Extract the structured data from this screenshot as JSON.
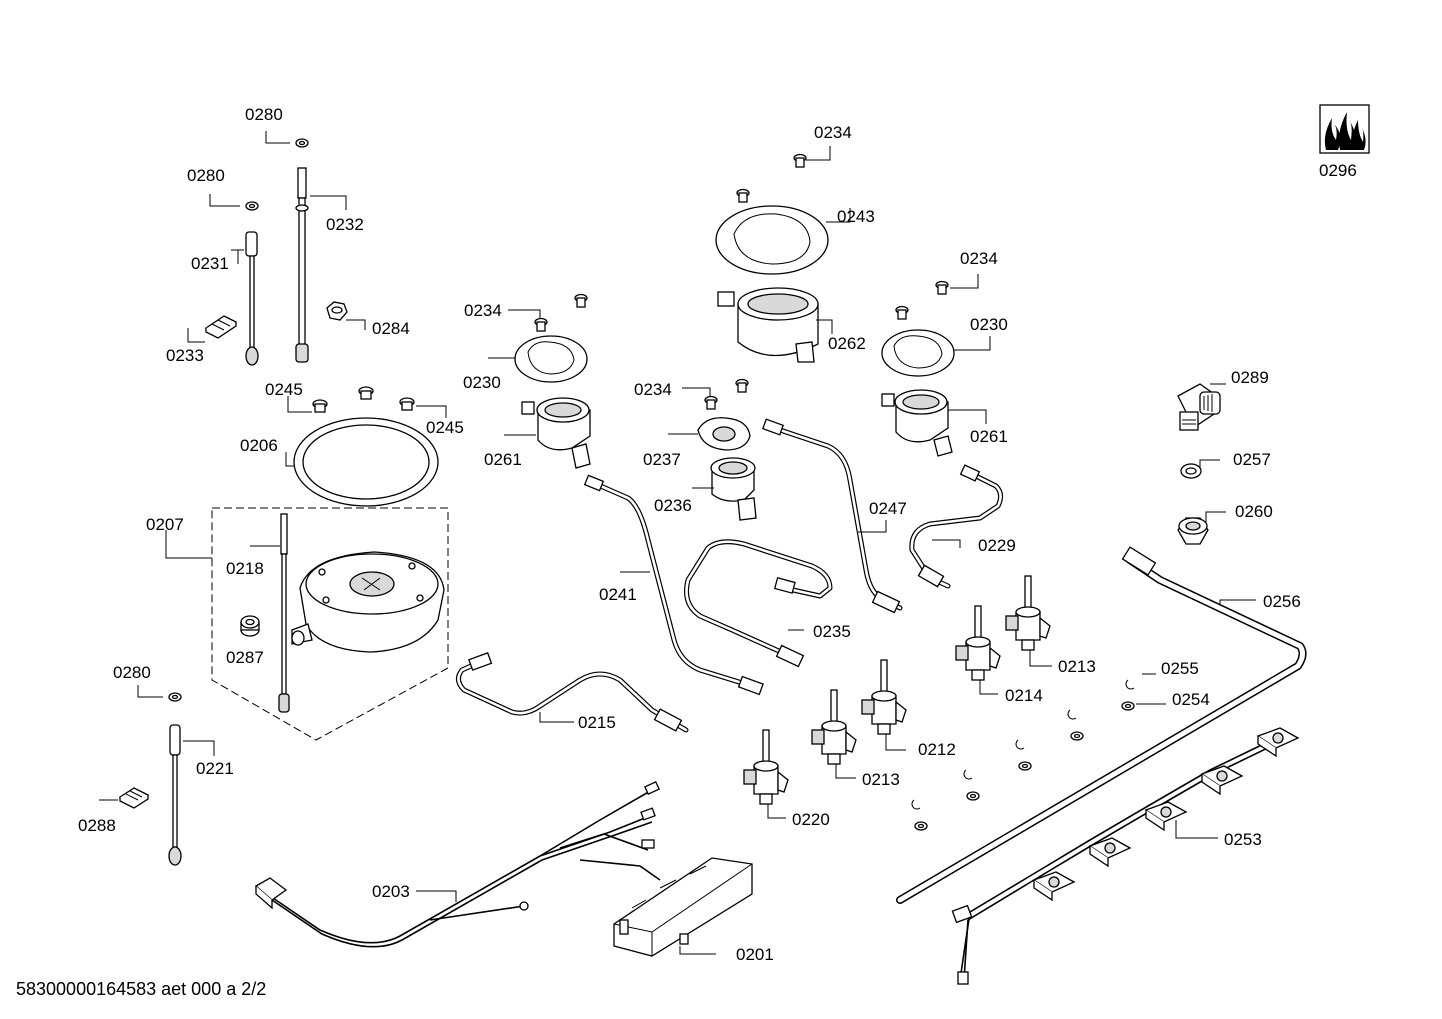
{
  "labels": {
    "l0280a": "0280",
    "l0280b": "0280",
    "l0280c": "0280",
    "l0232": "0232",
    "l0231": "0231",
    "l0233": "0233",
    "l0284": "0284",
    "l0245a": "0245",
    "l0245b": "0245",
    "l0206": "0206",
    "l0207": "0207",
    "l0218": "0218",
    "l0287": "0287",
    "l0221": "0221",
    "l0288": "0288",
    "l0234a": "0234",
    "l0234b": "0234",
    "l0234c": "0234",
    "l0234d": "0234",
    "l0230a": "0230",
    "l0230b": "0230",
    "l0261a": "0261",
    "l0261b": "0261",
    "l0243": "0243",
    "l0262": "0262",
    "l0237": "0237",
    "l0236": "0236",
    "l0241": "0241",
    "l0247": "0247",
    "l0229": "0229",
    "l0235": "0235",
    "l0215": "0215",
    "l0214": "0214",
    "l0213a": "0213",
    "l0213b": "0213",
    "l0212": "0212",
    "l0220": "0220",
    "l0289": "0289",
    "l0257": "0257",
    "l0260": "0260",
    "l0256": "0256",
    "l0255": "0255",
    "l0254": "0254",
    "l0253": "0253",
    "l0203": "0203",
    "l0201": "0201",
    "l0296": "0296"
  },
  "footer": "58300000164583 aet 000 a 2/2"
}
